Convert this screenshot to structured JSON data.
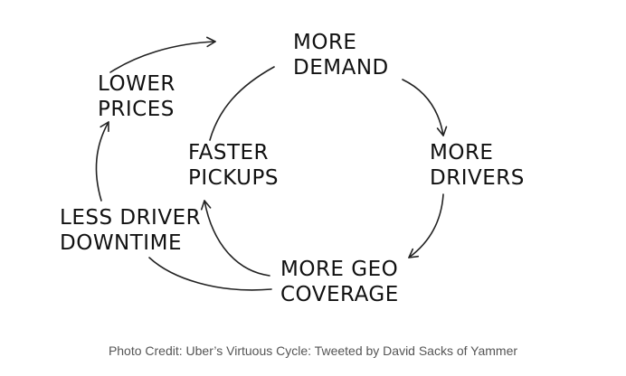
{
  "diagram": {
    "title_nodes": {
      "more_demand": [
        "MORE",
        "DEMAND"
      ],
      "more_drivers": [
        "MORE",
        "DRIVERS"
      ],
      "more_geo_coverage": [
        "MORE GEO",
        "COVERAGE"
      ],
      "faster_pickups": [
        "FASTER",
        "PICKUPS"
      ],
      "less_driver_downtime": [
        "LESS DRIVER",
        "DOWNTIME"
      ],
      "lower_prices": [
        "LOWER",
        "PRICES"
      ]
    }
  },
  "caption": "Photo Credit: Uber’s Virtuous Cycle: Tweeted by David Sacks of Yammer",
  "colors": {
    "ink": "#111111",
    "caption": "#555555",
    "background": "#ffffff"
  }
}
